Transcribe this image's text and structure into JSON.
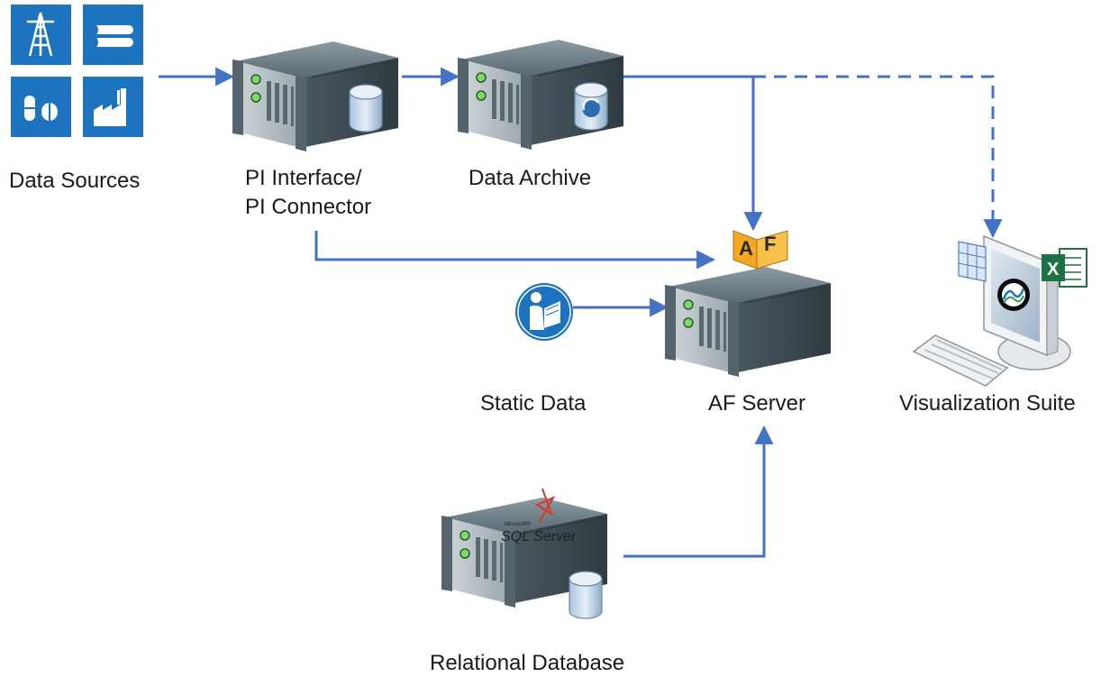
{
  "nodes": {
    "data_sources": {
      "label": "Data Sources"
    },
    "pi_interface": {
      "label_line1": "PI Interface/",
      "label_line2": "PI Connector"
    },
    "data_archive": {
      "label": "Data Archive"
    },
    "af_server": {
      "label": "AF Server",
      "badge_letters": [
        "A",
        "F"
      ]
    },
    "static_data": {
      "label": "Static Data"
    },
    "visualization_suite": {
      "label": "Visualization Suite",
      "excel_letter": "X"
    },
    "relational_database": {
      "label": "Relational Database",
      "brand_small": "Microsoft®",
      "brand": "SQL Server"
    }
  },
  "icons": {
    "data_source_tiles": [
      "power-tower-icon",
      "pipes-icon",
      "pills-icon",
      "factory-icon"
    ],
    "static_data": "reading-person-icon",
    "servers": "server-icon",
    "database": "database-cylinder-icon",
    "monitor": "monitor-icon",
    "keyboard": "keyboard-icon",
    "excel": "excel-icon"
  },
  "colors": {
    "arrow": "#4472C4",
    "tile_blue": "#1E73BE",
    "server_dark": "#3c4a52",
    "server_mid": "#6d7f89",
    "af_orange": "#F5A623",
    "excel_green": "#1E7145"
  }
}
